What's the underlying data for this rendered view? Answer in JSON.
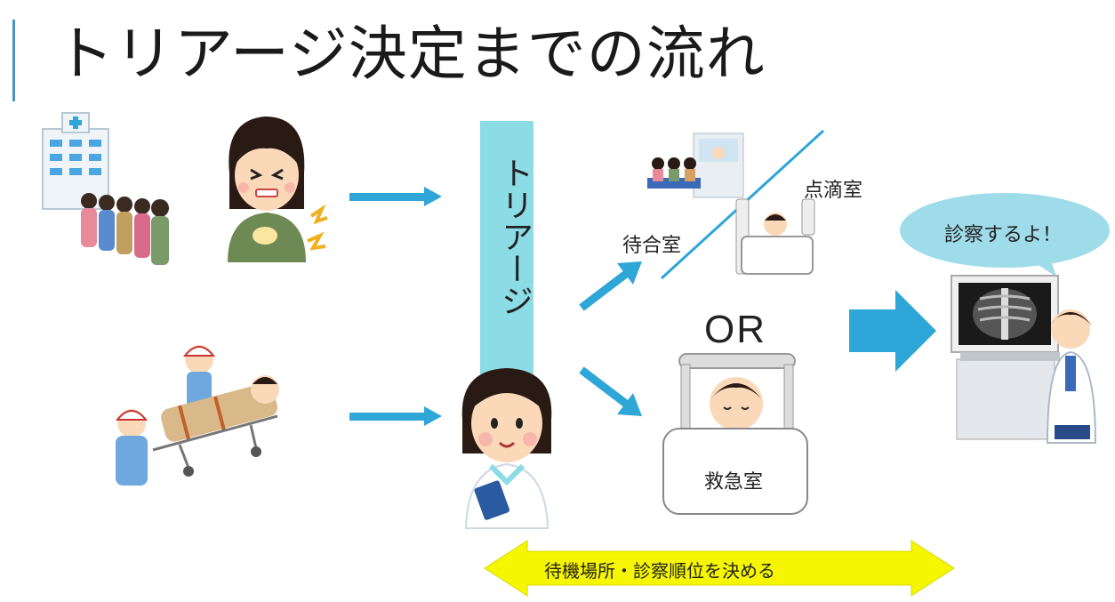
{
  "title": "トリアージ決定までの流れ",
  "triage_label": "トリアージ",
  "labels": {
    "waiting_room": "待合室",
    "drip_room": "点滴室",
    "or": "OR",
    "emergency_room": "救急室",
    "doctor_speech": "診察するよ！",
    "bottom_arrow": "待機場所・診察順位を決める"
  },
  "colors": {
    "accent": "#2ea6d8",
    "triage_column": "#8cdce6",
    "bubble": "#9fdcea",
    "bottom_arrow": "#f6f600",
    "title_bar": "#4a90c8"
  },
  "icons": [
    "hospital-icon",
    "patients-queue-icon",
    "sick-woman-icon",
    "stretcher-icon",
    "triage-nurse-icon",
    "waiting-room-icon",
    "drip-bed-icon",
    "emergency-bed-icon",
    "doctor-xray-icon"
  ]
}
